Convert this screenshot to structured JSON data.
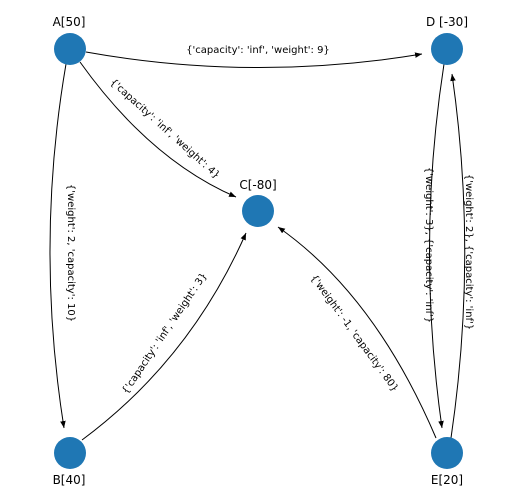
{
  "graph": {
    "node_color": "#1f77b4",
    "edge_color": "#000000",
    "nodes": [
      {
        "id": "A",
        "label": "A[50]"
      },
      {
        "id": "B",
        "label": "B[40]"
      },
      {
        "id": "C",
        "label": "C[-80]"
      },
      {
        "id": "D",
        "label": "D [-30]"
      },
      {
        "id": "E",
        "label": "E[20]"
      }
    ],
    "edges": [
      {
        "id": "A-D",
        "from": "A",
        "to": "D",
        "label": "{'capacity': 'inf', 'weight': 9}"
      },
      {
        "id": "A-C",
        "from": "A",
        "to": "C",
        "label": "{'capacity': 'inf', 'weight': 4}"
      },
      {
        "id": "A-B",
        "from": "A",
        "to": "B",
        "label": "{'weight': 2, 'capacity': 10}"
      },
      {
        "id": "B-C",
        "from": "B",
        "to": "C",
        "label": "{'capacity': 'inf', 'weight': 3}"
      },
      {
        "id": "E-C",
        "from": "E",
        "to": "C",
        "label": "{'weight': -1, 'capacity': 80}"
      },
      {
        "id": "D-E",
        "from": "D",
        "to": "E",
        "label": "{'weight': 3}, {'capacity': 'inf'}"
      },
      {
        "id": "E-D",
        "from": "E",
        "to": "D",
        "label": "{'weight': 2}, {'capacity': 'inf'}"
      }
    ]
  }
}
